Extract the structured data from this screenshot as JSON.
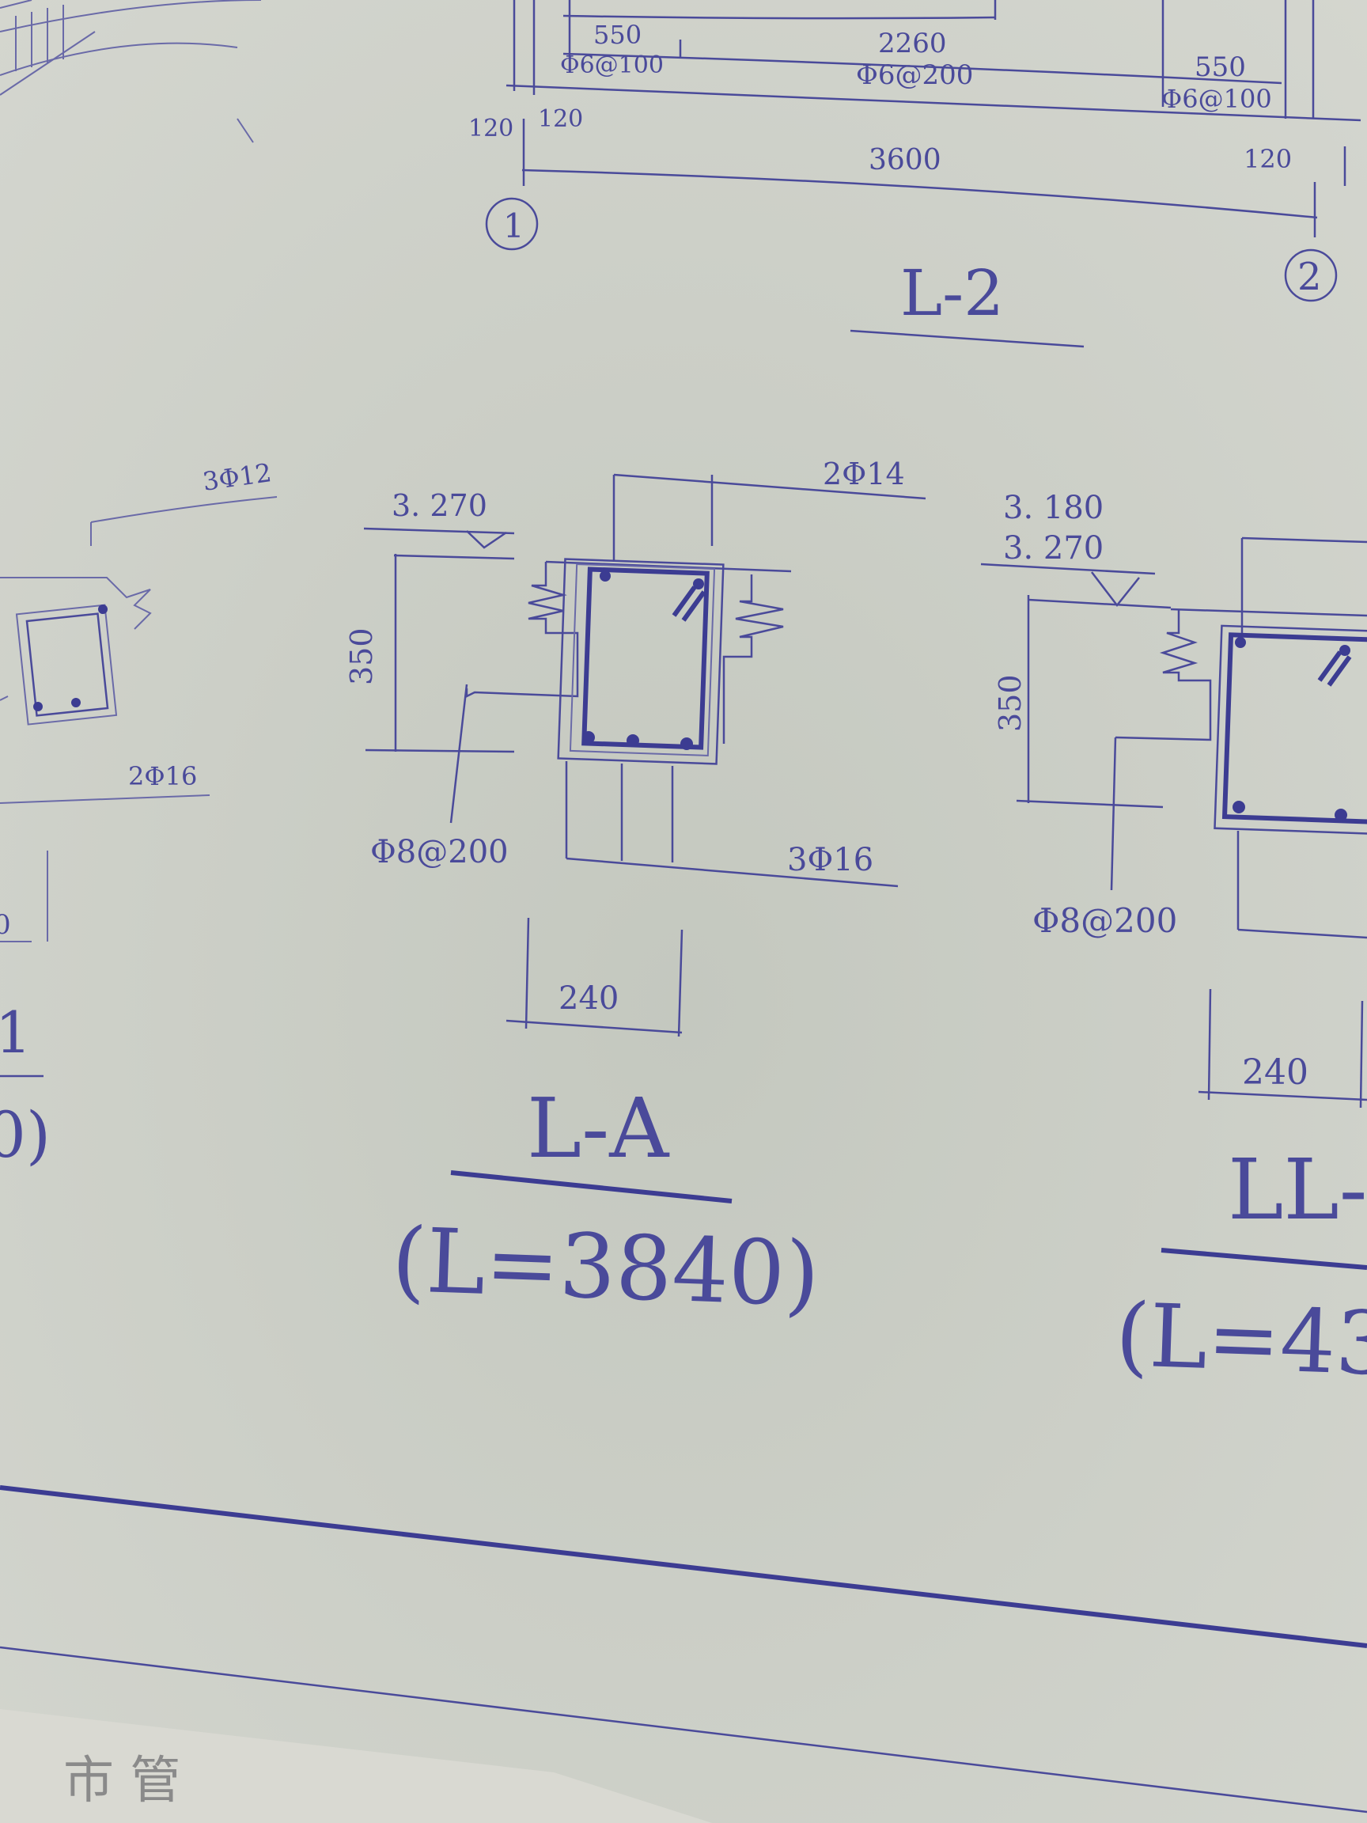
{
  "colors": {
    "paper": "#cfd2c9",
    "ink": "#4a4a9a",
    "heavy_ink": "#3c3c92"
  },
  "top": {
    "dims_top": [
      "550",
      "2260",
      "550"
    ],
    "stirrups_top": [
      "Φ6@100",
      "Φ6@200",
      "Φ6@100"
    ],
    "dims_wall": [
      "120",
      "120",
      "120"
    ],
    "span": "3600",
    "axis_1": "1",
    "axis_2": "2",
    "title": "L-2"
  },
  "left_partial": {
    "top_bar": "3Φ12",
    "bottom_bar": "2Φ16",
    "dim": "0",
    "title_fragment": "1",
    "length_fragment": "0)"
  },
  "section_la": {
    "elevation": "3. 270",
    "top_bar": "2Φ14",
    "height": "350",
    "stirrup": "Φ8@200",
    "bottom_bar": "3Φ16",
    "width": "240",
    "title": "L-A",
    "length": "(L=3840)"
  },
  "section_ll": {
    "elevation_1": "3. 180",
    "elevation_2": "3. 270",
    "height": "350",
    "stirrup": "Φ8@200",
    "width": "240",
    "title": "LL-",
    "length": "(L=43"
  },
  "stamp": "市 管"
}
